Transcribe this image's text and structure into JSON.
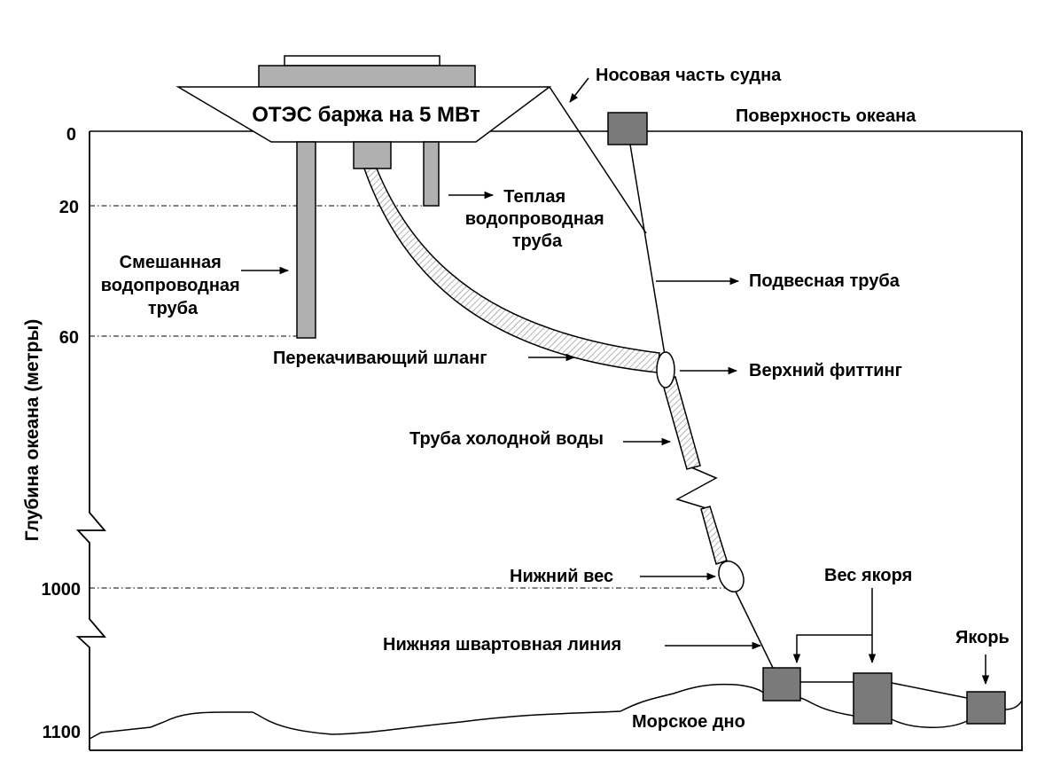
{
  "diagram": {
    "title": "ОТЭС баржа на 5 МВт",
    "axis": {
      "title": "Глубина океана (метры)",
      "ticks": [
        "0",
        "20",
        "60",
        "1000",
        "1100"
      ]
    },
    "labels": {
      "bow": "Носовая часть судна",
      "ocean_surface": "Поверхность океана",
      "warm_pipe": [
        "Теплая",
        "водопроводная",
        "труба"
      ],
      "mixed_pipe": [
        "Смешанная",
        "водопроводная",
        "труба"
      ],
      "suspension_pipe": "Подвесная труба",
      "transfer_hose": "Перекачивающий шланг",
      "upper_fitting": "Верхний фиттинг",
      "cold_water_pipe": "Труба холодной воды",
      "lower_weight": "Нижний вес",
      "anchor_weight": "Вес якоря",
      "lower_mooring_line": "Нижняя швартовная линия",
      "anchor": "Якорь",
      "seabed": "Морское дно"
    },
    "colors": {
      "light_component": "#b0b0b0",
      "dark_component": "#7a7a7a",
      "line": "#000000",
      "background": "#ffffff"
    }
  }
}
